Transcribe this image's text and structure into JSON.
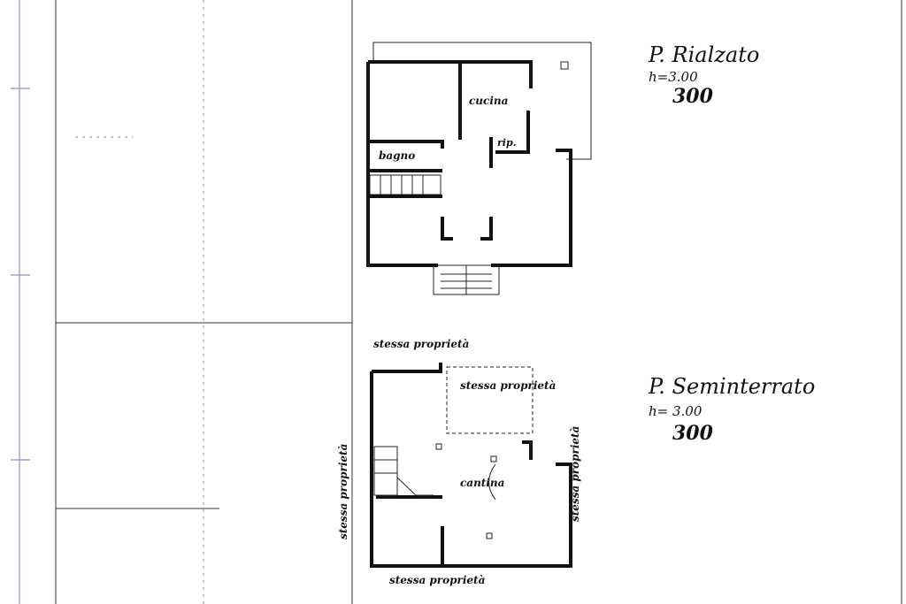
{
  "plans": {
    "upper": {
      "title": "P. Rialzato",
      "height_label": "h=3.00",
      "height_value": "300",
      "rooms": {
        "kitchen": "cucina",
        "bath": "bagno",
        "ripostiglio": "rip."
      }
    },
    "lower": {
      "title": "P. Seminterrato",
      "height_label": "h= 3.00",
      "height_value": "300",
      "rooms": {
        "cellar": "cantina"
      },
      "property_labels": {
        "top": "stessa proprietà",
        "inner": "stessa proprietà",
        "bottom": "stessa proprietà",
        "left": "stessa proprietà",
        "right": "stessa proprietà"
      }
    }
  }
}
